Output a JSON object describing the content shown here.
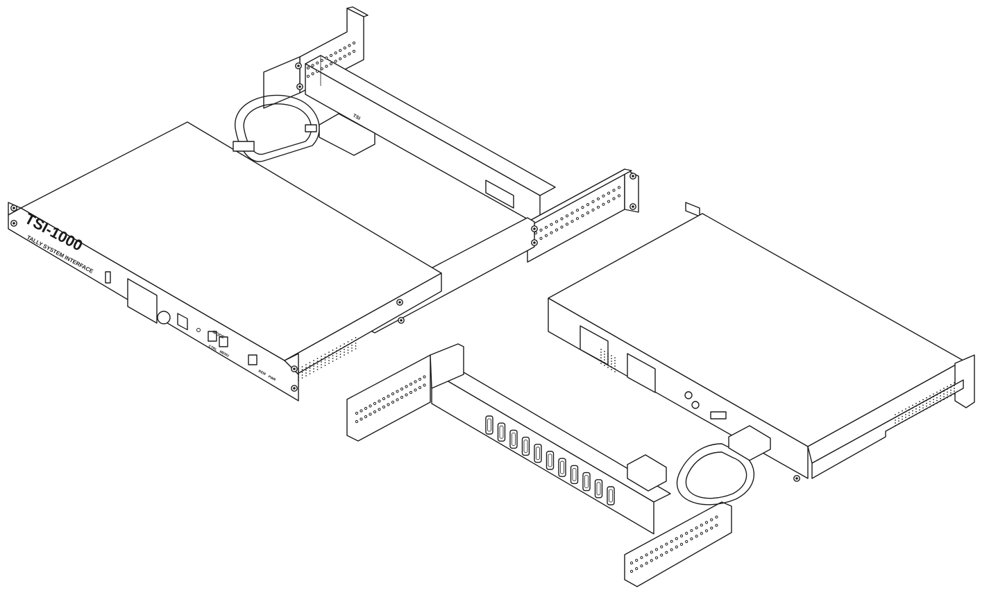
{
  "front_unit": {
    "logo_text": "TSI-1000",
    "panel_title": "TALLY SYSTEM INTERFACE",
    "button_label_1": "CTRL",
    "button_label_2": "MENU",
    "button_label_3": "REM",
    "button_label_4": "PWR",
    "group_label": "MODE"
  },
  "rear_unit": {
    "top_label": "TSI"
  }
}
